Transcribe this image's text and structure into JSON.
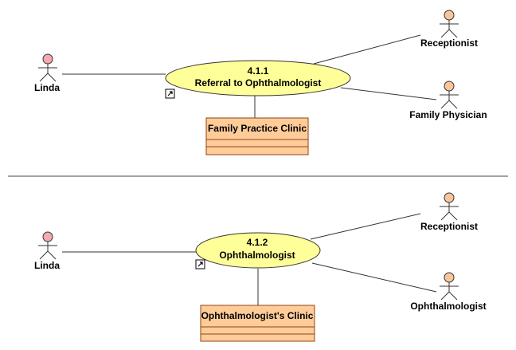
{
  "colors": {
    "actor_head_pink": "#f4a9b3",
    "actor_head_orange": "#f7c79b",
    "usecase_fill": "#ffff99",
    "class_fill": "#ffcc99",
    "line": "#333333",
    "separator": "#444444"
  },
  "diagram_top": {
    "usecase_number": "4.1.1",
    "usecase_name": "Referral to Ophthalmologist",
    "actor_left": "Linda",
    "actor_top_right": "Receptionist",
    "actor_bottom_right": "Family Physician",
    "class_name": "Family Practice Clinic",
    "link_icon": "shortcut-arrow-icon"
  },
  "diagram_bottom": {
    "usecase_number": "4.1.2",
    "usecase_name": "Ophthalmologist",
    "actor_left": "Linda",
    "actor_top_right": "Receptionist",
    "actor_bottom_right": "Ophthalmologist",
    "class_name": "Ophthalmologist's Clinic",
    "link_icon": "shortcut-arrow-icon"
  }
}
